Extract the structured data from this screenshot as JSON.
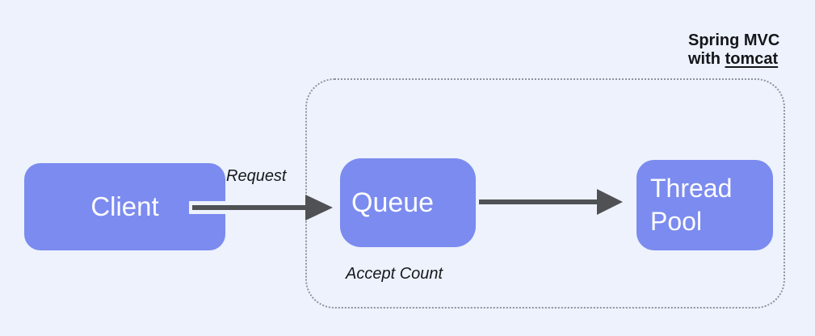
{
  "title": {
    "line1": "Spring MVC",
    "line2_word1": "with",
    "line2_word2": "tomcat"
  },
  "nodes": [
    {
      "id": "client",
      "label": "Client"
    },
    {
      "id": "queue",
      "label": "Queue"
    },
    {
      "id": "thread_pool",
      "label": "Thread Pool"
    }
  ],
  "edges": [
    {
      "from": "client",
      "to": "queue",
      "label": "Request"
    },
    {
      "from": "queue",
      "to": "thread_pool",
      "label": ""
    }
  ],
  "annotations": [
    {
      "target": "queue",
      "label": "Accept Count"
    }
  ],
  "colors": {
    "background": "#edf2fc",
    "node_fill": "#7b8bef",
    "node_text": "#fdfdff",
    "arrow": "#4f5154",
    "boundary_border": "#8f929c",
    "label_text": "#16181d"
  }
}
